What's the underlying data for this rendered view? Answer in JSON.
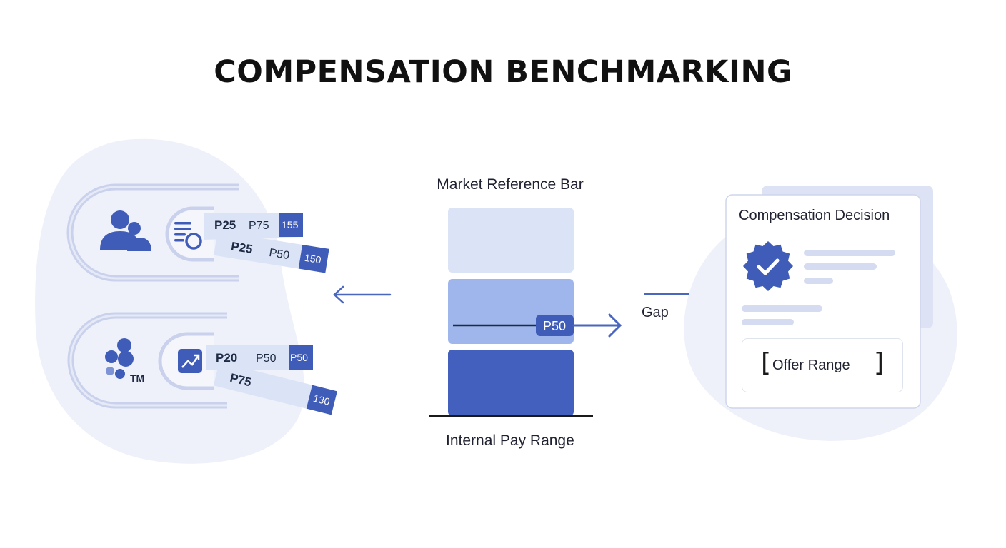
{
  "title": "COMPENSATION BENCHMARKING",
  "colors": {
    "primary": "#3f5cb8",
    "mid": "#9fb6ec",
    "light": "#dbe3f6",
    "background_blob": "#eef1fa",
    "outline": "#c7d0ea"
  },
  "left_panel": {
    "cards": [
      {
        "icon": "people-icon",
        "badge_icon": "list-search-icon",
        "tag_top": {
          "labels": [
            "P25",
            "P75"
          ],
          "value": "155"
        },
        "tag_bottom": {
          "labels": [
            "P25",
            "P50"
          ],
          "value": "150"
        }
      },
      {
        "icon": "tm-logo-icon",
        "logo_text": "TM",
        "badge_icon": "trend-chart-icon",
        "tag_top": {
          "labels": [
            "P20",
            "P50"
          ],
          "value": "P50"
        },
        "tag_bottom": {
          "labels": [
            "P75"
          ],
          "value": "130"
        }
      }
    ]
  },
  "center": {
    "market_label": "Market Reference Bar",
    "internal_label": "Internal Pay Range",
    "marker_label": "P50"
  },
  "gap_label": "Gap",
  "decision": {
    "title": "Compensation Decision",
    "badge_icon": "verified-check-icon",
    "offer_open": "[",
    "offer_label": "Offer Range",
    "offer_close": "]"
  }
}
